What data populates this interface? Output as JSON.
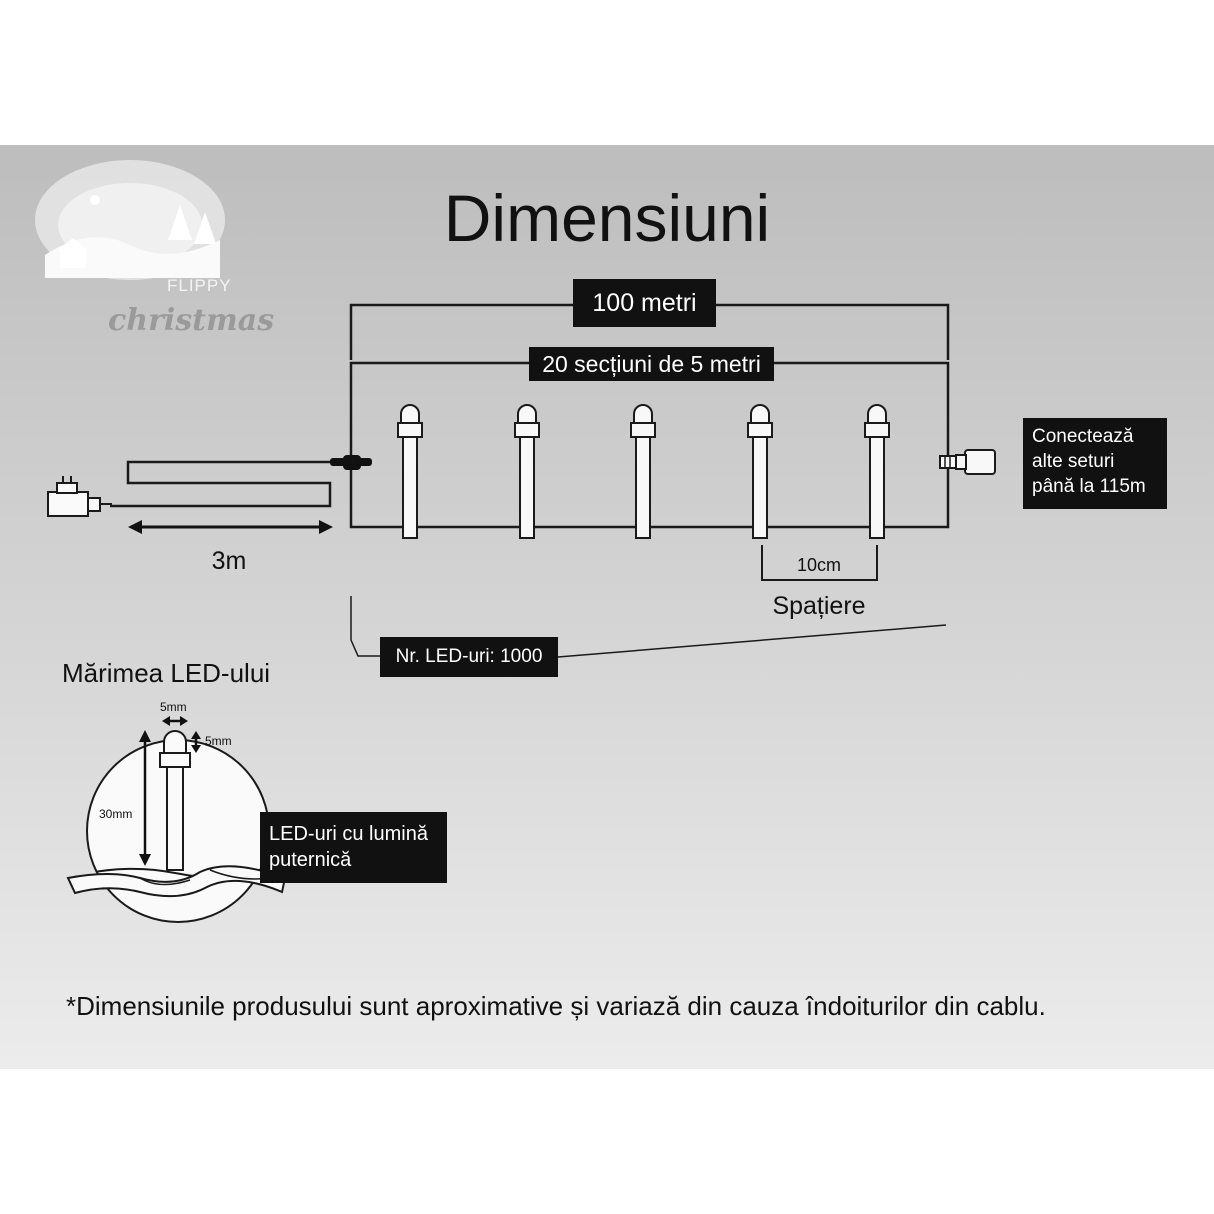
{
  "title": "Dimensiuni",
  "brand": {
    "line1": "FLIPPY",
    "line2": "christmas"
  },
  "total_length_label": "100 metri",
  "sections_label": "20 secțiuni de 5 metri",
  "connect_note": [
    "Conectează",
    "alte seturi",
    "până la 115m"
  ],
  "lead_cable_label": "3m",
  "spacing_value_label": "10cm",
  "spacing_title": "Spațiere",
  "led_count_label": "Nr. LED-uri: 1000",
  "led_size": {
    "title": "Mărimea LED-ului",
    "width_label": "5mm",
    "head_label": "5mm",
    "height_label": "30mm",
    "feature_note": [
      "LED-uri cu lumină",
      "puternică"
    ]
  },
  "footnote": "*Dimensiunile produsului sunt aproximative și variază din cauza îndoiturilor din cablu.",
  "colors": {
    "panel_top": "#bdbdbd",
    "panel_bottom": "#ececec",
    "label_box": "#111111",
    "line": "#1a1a1a",
    "led_fill": "#f8f8f8"
  }
}
